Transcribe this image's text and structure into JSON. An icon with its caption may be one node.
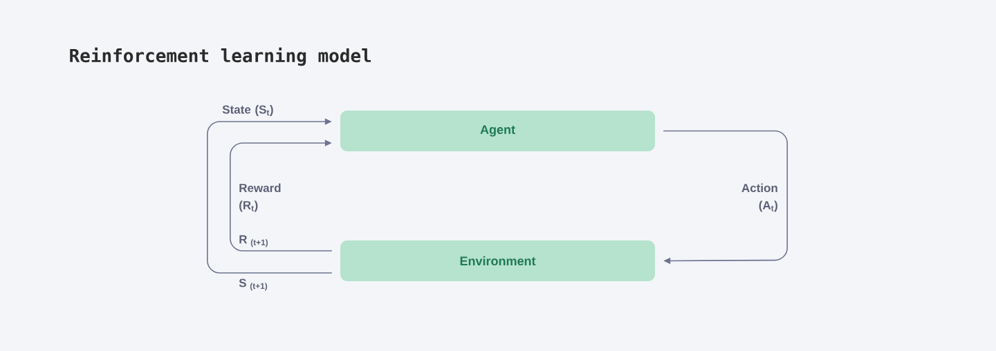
{
  "diagram": {
    "title": "Reinforcement learning model",
    "nodes": [
      {
        "text": [
          "Agent"
        ]
      },
      {
        "text": [
          "Environment"
        ]
      }
    ],
    "edges": [
      {
        "from": 0,
        "to": 1,
        "arrow": "to",
        "label": "Action (A$_{t}$)"
      },
      {
        "from": 1,
        "to": 0,
        "arrow": "to",
        "label": "State (S$_{t}$)"
      },
      {
        "from": 1,
        "to": 0,
        "arrow": "to",
        "label": "Reward (R$_{t}$)"
      }
    ],
    "labels": [
      "R $_{(t+1)}$",
      "S $_{(t+1)}$"
    ]
  }
}
